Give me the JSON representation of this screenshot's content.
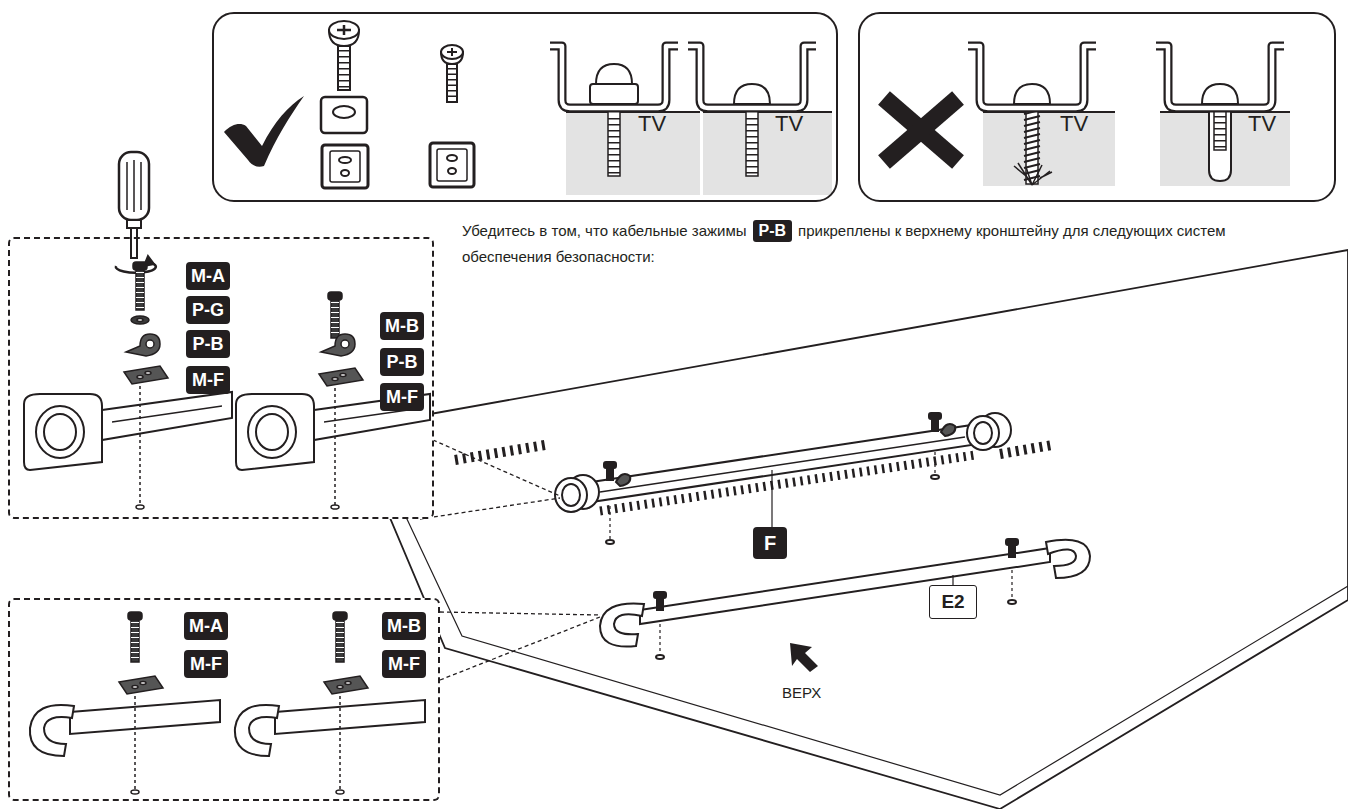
{
  "diagram": {
    "nodes": [
      {
        "text": [
          "TV",
          "TV"
        ]
      },
      {
        "text": [
          "TV",
          "TV"
        ]
      },
      {
        "text": [
          "M-A",
          "P-G",
          "P-B",
          "M-F",
          "M-B",
          "P-B",
          "M-F"
        ]
      },
      {
        "text": [
          "M-A",
          "M-F",
          "M-B",
          "M-F"
        ]
      }
    ],
    "labels": [
      "Убедитесь в том, что кабельные зажимы",
      "P-B",
      "прикреплены к верхнему кронштейну для следующих систем обеспечения безопасности:",
      "F",
      "E2",
      "ВЕРХ"
    ]
  }
}
